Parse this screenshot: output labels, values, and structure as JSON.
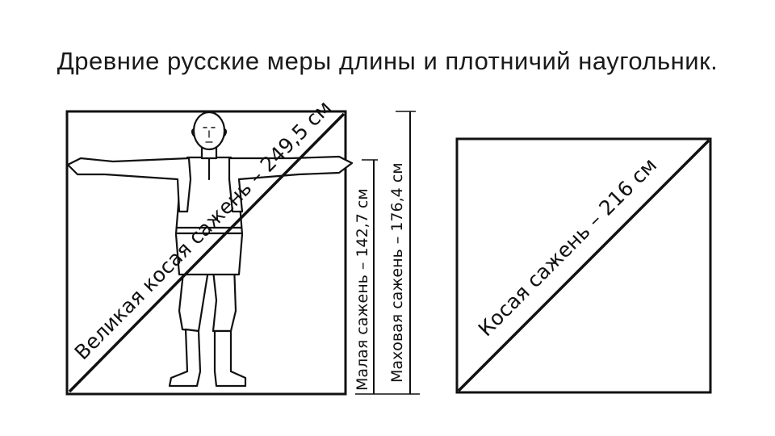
{
  "slide": {
    "title": "Древние русские меры длины и плотничий наугольник."
  },
  "left_figure": {
    "diagonal_label": "Великая косая сажень – 249,5 см",
    "vertical_label_1": "Малая сажень – 142,7 см",
    "vertical_label_2": "Маховая сажень – 176,4 см"
  },
  "right_figure": {
    "diagonal_label": "Косая сажень – 216 см"
  }
}
